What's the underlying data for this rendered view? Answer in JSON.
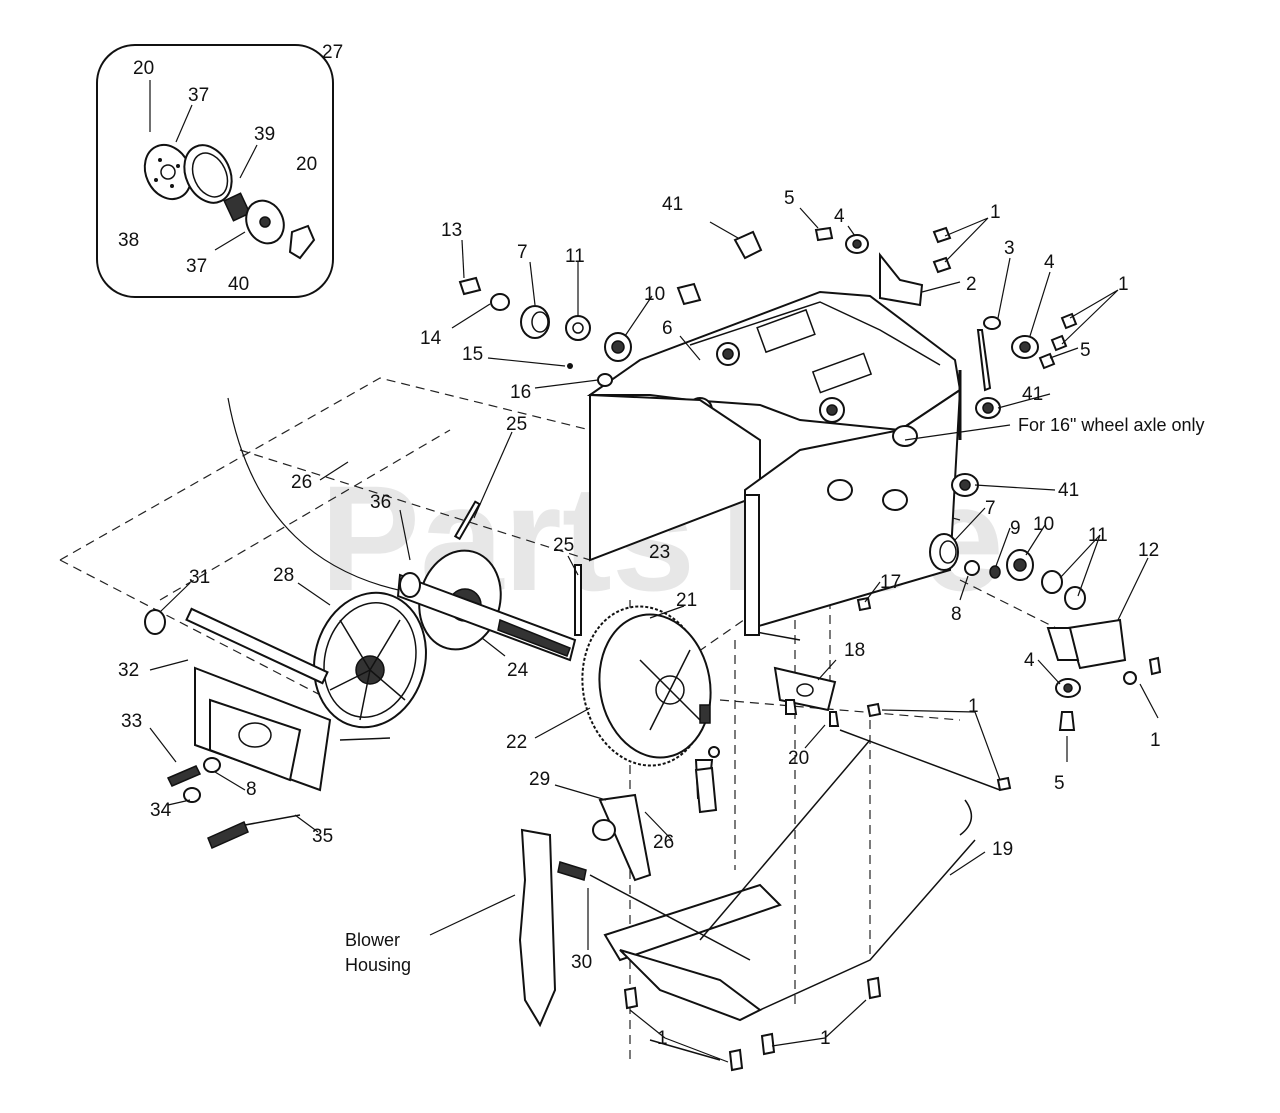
{
  "watermark": "PartsTree",
  "inset": {
    "label": "27"
  },
  "notes": {
    "wheel_axle": "For 16\" wheel axle only",
    "blower_line1": "Blower",
    "blower_line2": "Housing"
  },
  "callouts": {
    "c27": "27",
    "i20a": "20",
    "i37a": "37",
    "i39": "39",
    "i20b": "20",
    "i38": "38",
    "i37b": "37",
    "i40": "40",
    "c41a": "41",
    "c5a": "5",
    "c4a": "4",
    "c1a": "1",
    "c2": "2",
    "c3": "3",
    "c4b": "4",
    "c1b": "1",
    "c5b": "5",
    "c41b": "41",
    "c13": "13",
    "c7a": "7",
    "c11a": "11",
    "c10a": "10",
    "c14": "14",
    "c6": "6",
    "c15": "15",
    "c16": "16",
    "c25a": "25",
    "c26a": "26",
    "c36": "36",
    "c25b": "25",
    "c23": "23",
    "c41c": "41",
    "c7b": "7",
    "c9": "9",
    "c10b": "10",
    "c11b": "11",
    "c12": "12",
    "c17": "17",
    "c8a": "8",
    "c21": "21",
    "c31": "31",
    "c28": "28",
    "c24": "24",
    "c32": "32",
    "c18": "18",
    "c4c": "4",
    "c1c": "1",
    "c33": "33",
    "c22": "22",
    "c20": "20",
    "c1d": "1",
    "c5c": "5",
    "c8b": "8",
    "c34": "34",
    "c35": "35",
    "c29": "29",
    "c26b": "26",
    "c19": "19",
    "c30": "30",
    "c1e": "1",
    "c1f": "1"
  }
}
